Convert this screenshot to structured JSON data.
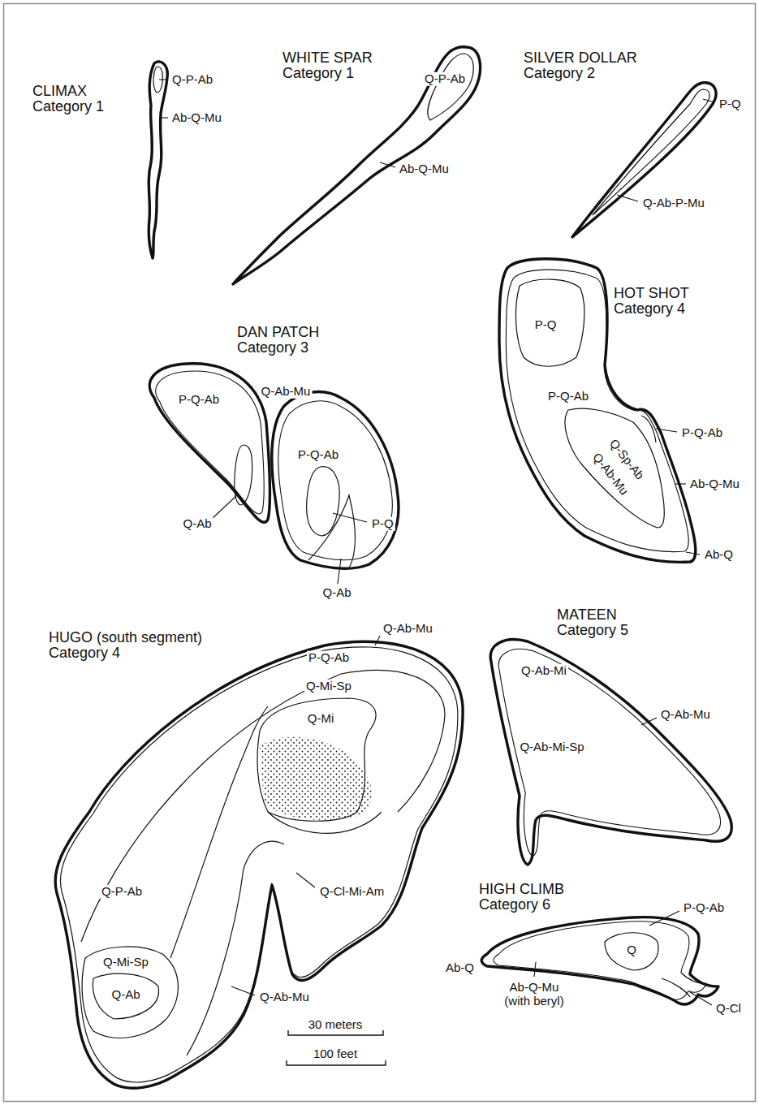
{
  "diagram": {
    "nodes": [
      {
        "text": [
          "CLIMAX Category 1"
        ]
      },
      {
        "text": [
          "WHITE SPAR Category 1"
        ]
      },
      {
        "text": [
          "SILVER DOLLAR Category 2"
        ]
      },
      {
        "text": [
          "DAN PATCH Category 3"
        ]
      },
      {
        "text": [
          "HOT SHOT Category 4"
        ]
      },
      {
        "text": [
          "HUGO (south segment) Category 4"
        ]
      },
      {
        "text": [
          "MATEEN Category 5"
        ]
      },
      {
        "text": [
          "HIGH CLIMB Category 6"
        ]
      }
    ],
    "labels": [
      "Q-P-Ab",
      "Ab-Q-Mu",
      "Q-P-Ab",
      "Ab-Q-Mu",
      "P-Q",
      "Q-Ab-P-Mu",
      "Q-Ab-Mu",
      "P-Q-Ab",
      "P-Q-Ab",
      "Q-Ab",
      "P-Q",
      "Q-Ab",
      "P-Q",
      "P-Q-Ab",
      "P-Q-Ab",
      "Ab-Q-Mu",
      "Q-Sp-Ab",
      "Q-Ab-Mu",
      "Ab-Q",
      "Q-Ab-Mu",
      "P-Q-Ab",
      "Q-Mi-Sp",
      "Q-Mi",
      "Q-Cl-Mi-Am",
      "Q-P-Ab",
      "Q-Mi-Sp",
      "Q-Ab",
      "Q-Ab-Mu",
      "Q-Ab-Mi",
      "Q-Ab-Mu",
      "Q-Ab-Mi-Sp",
      "P-Q-Ab",
      "Q",
      "Ab-Q",
      "Ab-Q-Mu (with beryl)",
      "Q-Cl",
      "30 meters",
      "100 feet"
    ]
  }
}
